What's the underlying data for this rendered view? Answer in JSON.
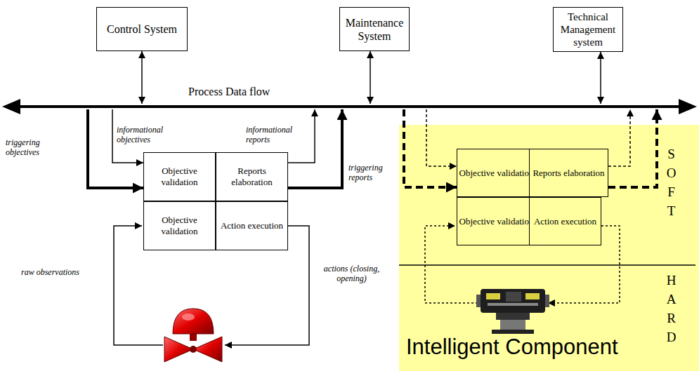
{
  "diagram": {
    "nodes": [
      {
        "text": [
          "Control System"
        ]
      },
      {
        "text": [
          "Maintenance System"
        ]
      },
      {
        "text": [
          "Technical Management system"
        ]
      },
      {
        "text": [
          "Process Data flow"
        ]
      },
      {
        "text": [
          "Objective validation"
        ]
      },
      {
        "text": [
          "Reports elaboration"
        ]
      },
      {
        "text": [
          "Objective validation"
        ]
      },
      {
        "text": [
          "Action execution"
        ]
      },
      {
        "text": [
          "SOFT",
          "HARD",
          "Intelligent Component"
        ]
      },
      {
        "text": [
          "Objective validation"
        ],
        "in": 8
      },
      {
        "text": [
          "Reports elaboration"
        ],
        "in": 8
      },
      {
        "text": [
          "Objective validation"
        ],
        "in": 8
      },
      {
        "text": [
          "Action execution"
        ],
        "in": 8
      }
    ],
    "edges": [
      {
        "from": 0,
        "to": 3,
        "arrow": "both"
      },
      {
        "from": 1,
        "to": 3,
        "arrow": "both"
      },
      {
        "from": 2,
        "to": 3,
        "arrow": "both"
      },
      {
        "from": 3,
        "to": 4,
        "arrow": "to",
        "label": "triggering objectives"
      },
      {
        "from": 3,
        "to": 4,
        "arrow": "to",
        "label": "informational objectives"
      },
      {
        "from": 5,
        "to": 3,
        "arrow": "to",
        "label": "informational reports"
      },
      {
        "from": 5,
        "to": 3,
        "arrow": "to",
        "label": "triggering reports"
      },
      {
        "from": 3,
        "to": 9,
        "arrow": "to"
      },
      {
        "from": 3,
        "to": 9,
        "arrow": "to"
      },
      {
        "from": 10,
        "to": 3,
        "arrow": "to"
      },
      {
        "from": 10,
        "to": 3,
        "arrow": "to"
      }
    ],
    "labels": [
      "raw observations",
      "actions (closing, opening)"
    ]
  }
}
